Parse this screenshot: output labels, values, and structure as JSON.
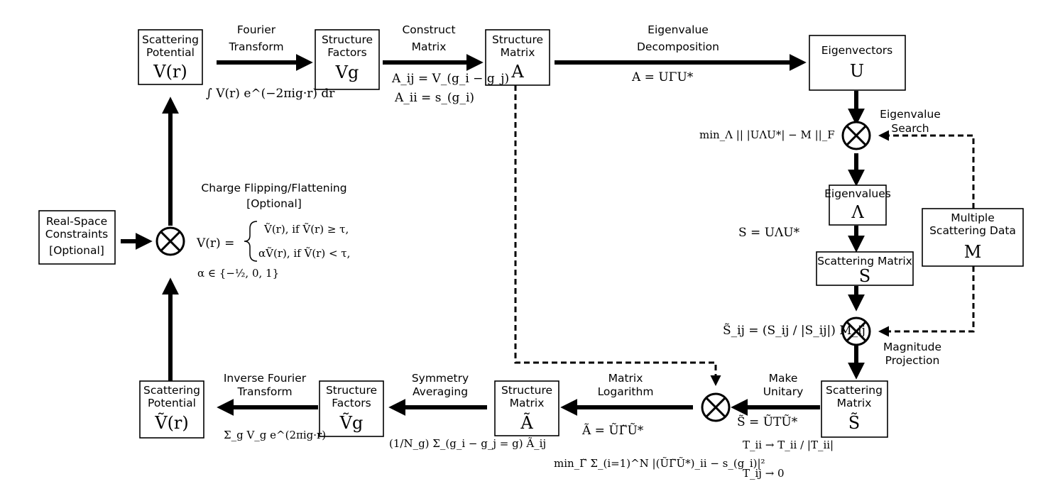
{
  "boxes": {
    "scat_pot_top": {
      "line1": "Scattering",
      "line2": "Potential",
      "symbol": "V(r)"
    },
    "struct_fact_top": {
      "line1": "Structure",
      "line2": "Factors",
      "symbol": "Vg"
    },
    "struct_mat_top": {
      "line1": "Structure",
      "line2": "Matrix",
      "symbol": "A"
    },
    "eigenvectors": {
      "line1": "Eigenvectors",
      "symbol": "U"
    },
    "eigenvalues": {
      "line1": "Eigenvalues",
      "symbol": "Λ"
    },
    "scat_mat_mid": {
      "line1": "Scattering Matrix",
      "symbol": "S"
    },
    "multi_scat": {
      "line1": "Multiple",
      "line2": "Scattering Data",
      "symbol": "M"
    },
    "real_space": {
      "line1": "Real-Space",
      "line2": "Constraints",
      "line3": "[Optional]"
    },
    "scat_pot_bot": {
      "line1": "Scattering",
      "line2": "Potential",
      "symbol": "Ṽ(r)"
    },
    "struct_fact_bot": {
      "line1": "Structure",
      "line2": "Factors",
      "symbol": "Ṽg"
    },
    "struct_mat_bot": {
      "line1": "Structure",
      "line2": "Matrix",
      "symbol": "Ã"
    },
    "scat_mat_bot": {
      "line1": "Scattering",
      "line2": "Matrix",
      "symbol": "S̃"
    }
  },
  "labels": {
    "fourier": {
      "line1": "Fourier",
      "line2": "Transform"
    },
    "construct": {
      "line1": "Construct",
      "line2": "Matrix"
    },
    "eigdecomp": {
      "line1": "Eigenvalue",
      "line2": "Decomposition"
    },
    "eigsearch": {
      "line1": "Eigenvalue",
      "line2": "Search"
    },
    "magproj": {
      "line1": "Magnitude",
      "line2": "Projection"
    },
    "unitary": {
      "line1": "Make",
      "line2": "Unitary"
    },
    "matlog": {
      "line1": "Matrix",
      "line2": "Logarithm"
    },
    "symavg": {
      "line1": "Symmetry",
      "line2": "Averaging"
    },
    "invfourier": {
      "line1": "Inverse Fourier",
      "line2": "Transform"
    },
    "charge": {
      "line1": "Charge Flipping/Flattening",
      "line2": "[Optional]"
    }
  },
  "equations": {
    "fourier_integral": "∫ V(r) e^(−2πig·r) dr",
    "aij": "A_ij = V_(g_i − g_j)",
    "aii": "A_ii = s_(g_i)",
    "decomp": "A = UΓU*",
    "eig_min": "min_Λ || |UΛU*| − M ||_F",
    "s_def": "S = UΛU*",
    "s_tilde": "S̃_ij = (S_ij / |S_ij|) M_ij",
    "s_unitary": "S̃ = ŨTŨ*",
    "tii": "T_ii → T_ii / |T_ii|",
    "tij": "T_ij → 0",
    "a_tilde": "Ã = ŨΓ̃Ũ*",
    "gamma_min": "min_Γ̃ Σ_(i=1)^N |(ŨΓ̃Ũ*)_ii − s_(g_i)|²",
    "sym_avg": "(1/N_g) Σ_(g_i − g_j = g) Ã_ij",
    "inv_ft": "Σ_g V_g e^(2πig·r)",
    "charge_case1": "Ṽ(r),  if Ṽ(r) ≥ τ,",
    "charge_case2": "αṼ(r),  if Ṽ(r) < τ,",
    "charge_lhs": "V(r) =",
    "alpha": "α ∈ {−½, 0, 1}"
  }
}
